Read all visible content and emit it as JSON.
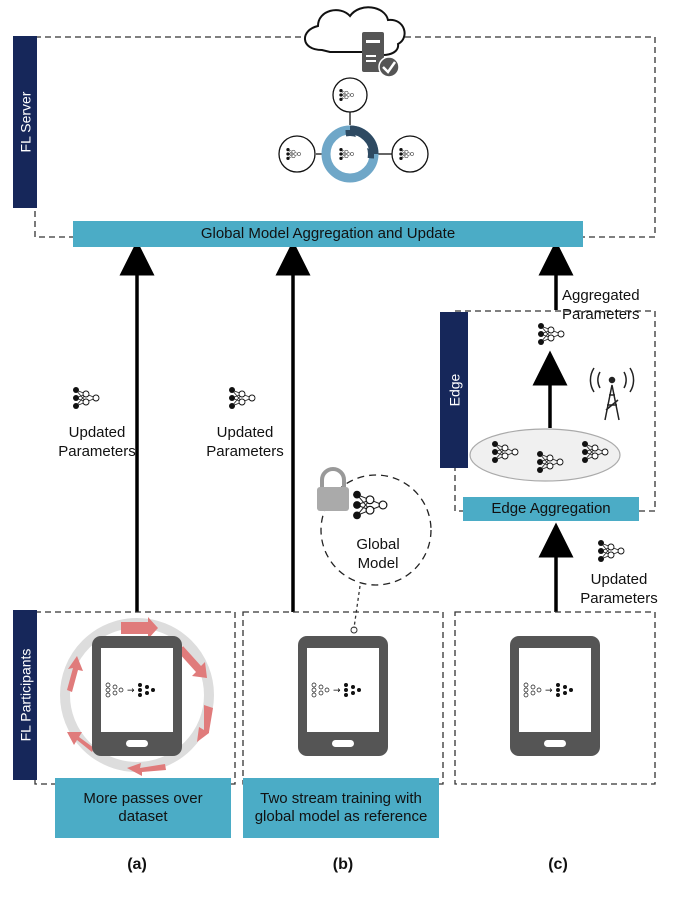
{
  "server": {
    "label": "FL Server",
    "aggregation_label": "Global Model Aggregation and Update"
  },
  "participants": {
    "label": "FL Participants"
  },
  "edge": {
    "label": "Edge",
    "aggregation_label": "Edge Aggregation",
    "aggregated_params": "Aggregated Parameters"
  },
  "panels": [
    {
      "tag": "(a)",
      "caption": "More passes over dataset",
      "params": "Updated Parameters"
    },
    {
      "tag": "(b)",
      "caption": "Two stream training with  global model as reference",
      "params": "Updated Parameters",
      "global_model": "Global Model"
    },
    {
      "tag": "(c)",
      "params": "Updated Parameters"
    }
  ],
  "colors": {
    "teal": "#4bacc6",
    "navy": "#16275a",
    "device": "#555555",
    "cycle_arrow": "#e07b7b"
  }
}
